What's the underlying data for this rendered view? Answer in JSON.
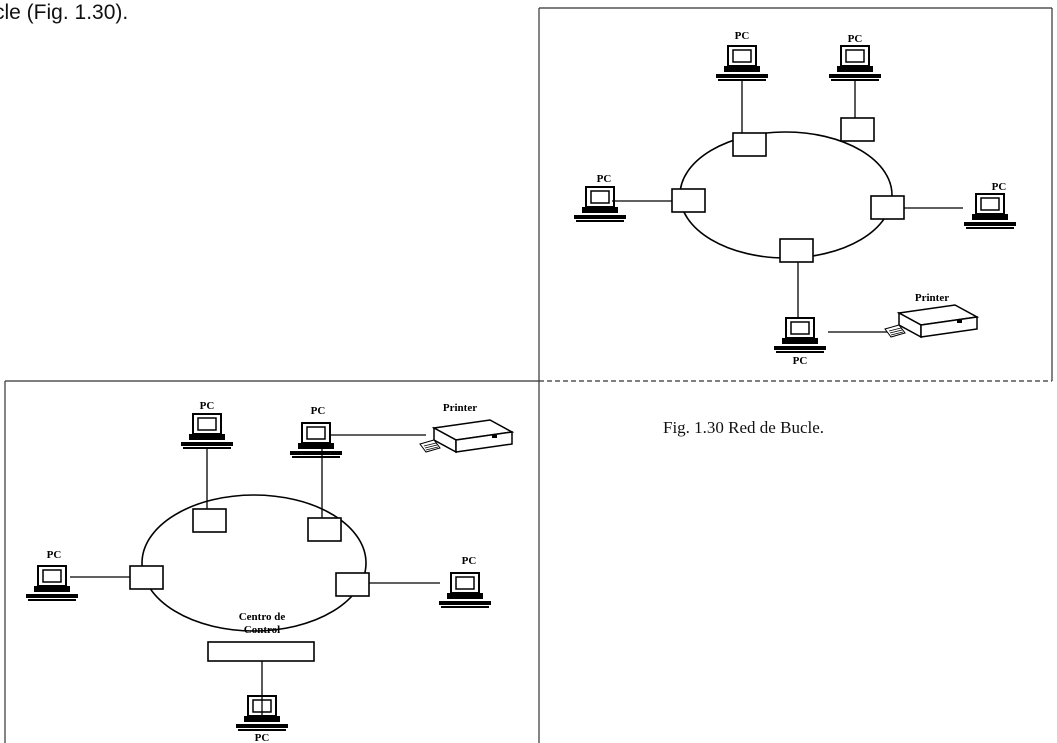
{
  "page": {
    "heading_fragment": "cle (Fig. 1.30)."
  },
  "figure_top": {
    "pc_label": "PC",
    "printer_label": "Printer"
  },
  "figure_bottom": {
    "pc_label": "PC",
    "printer_label": "Printer",
    "center_label_line1": "Centro de",
    "center_label_line2": "Control"
  },
  "caption": "Fig. 1.30 Red de Bucle."
}
